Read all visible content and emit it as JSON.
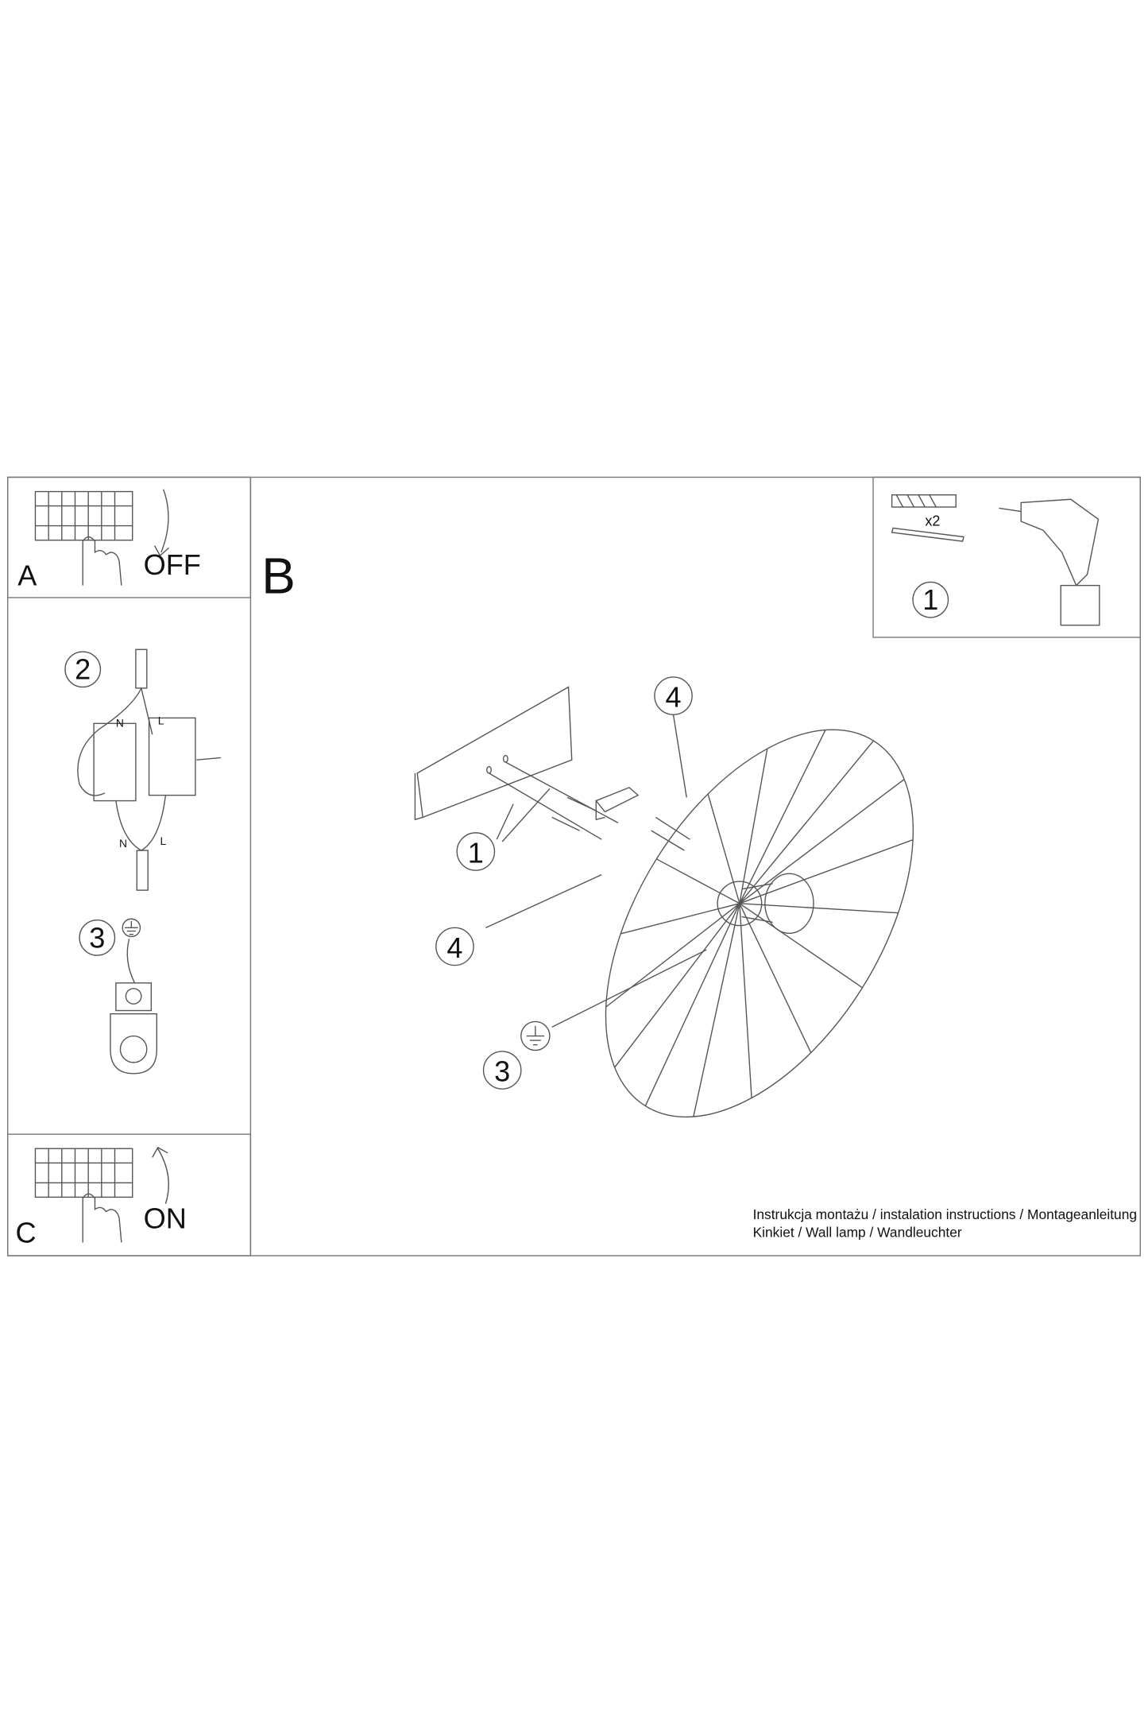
{
  "panel_a": {
    "label": "A",
    "switch_text": "OFF"
  },
  "panel_b": {
    "label": "B"
  },
  "panel_c": {
    "label": "C",
    "switch_text": "ON"
  },
  "tools": {
    "step": "1",
    "quantity": "x2"
  },
  "wiring": {
    "step": "2",
    "neutral": "N",
    "live": "L",
    "neutral_bottom": "N",
    "live_bottom": "L"
  },
  "ground": {
    "step": "3"
  },
  "assembly": {
    "callout_wall": "1",
    "callout_shade_top": "4",
    "callout_shade_left": "4",
    "callout_ground": "3"
  },
  "footer": {
    "line1": "Instrukcja montażu / instalation instructions / Montageanleitung",
    "line2": "Kinkiet / Wall lamp / Wandleuchter"
  }
}
